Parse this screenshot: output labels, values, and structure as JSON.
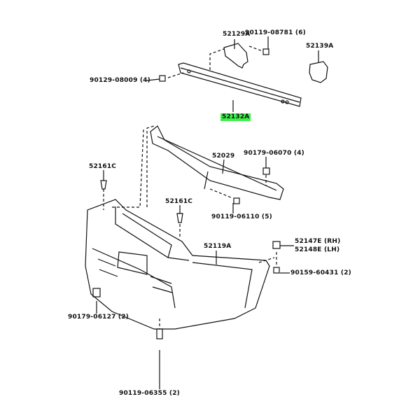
{
  "parts": [
    {
      "id": "bracket",
      "number": "52129A"
    },
    {
      "id": "bolt-top",
      "number": "90119-08781 (6)"
    },
    {
      "id": "bracket-right",
      "number": "52139A"
    },
    {
      "id": "bolt-left",
      "number": "90129-08009 (4)"
    },
    {
      "id": "reinforcement",
      "number": "52132A",
      "highlighted": true
    },
    {
      "id": "retainer",
      "number": "52029"
    },
    {
      "id": "nut",
      "number": "90179-06070 (4)"
    },
    {
      "id": "clip-left",
      "number": "52161C"
    },
    {
      "id": "clip-mid",
      "number": "52161C"
    },
    {
      "id": "bolt-mid",
      "number": "90119-06110 (5)"
    },
    {
      "id": "bumper-cover",
      "number": "52119A"
    },
    {
      "id": "side-retainer-rh",
      "number": "52147E (RH)"
    },
    {
      "id": "side-retainer-lh",
      "number": "52148E (LH)"
    },
    {
      "id": "screw-right",
      "number": "90159-60431 (2)"
    },
    {
      "id": "nut-bottom",
      "number": "90179-06127 (2)"
    },
    {
      "id": "bolt-bottom",
      "number": "90119-06355 (2)"
    }
  ],
  "highlight_color": "#3df04a"
}
